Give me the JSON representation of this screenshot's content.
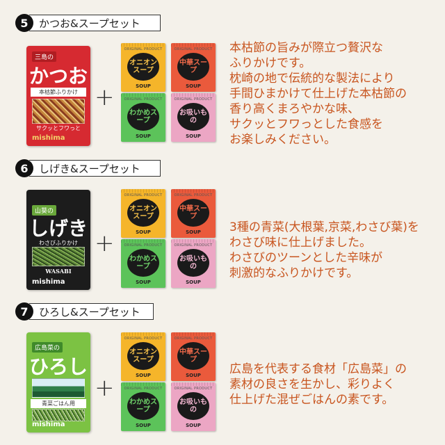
{
  "sections": [
    {
      "number": "5",
      "title": "かつお&スープセット",
      "package": {
        "brand_tag": "三島の",
        "name": "かつお",
        "subtitle": "本枯節ふりかけ",
        "caption": "サクッとフワっと",
        "maker": "mishima",
        "color": "#d62a31"
      },
      "description": [
        "本枯節の旨みが際立つ贅沢な",
        "ふりかけです。",
        "枕崎の地で伝統的な製法により",
        "手間ひまかけて仕上げた本枯節の",
        "香り高くまろやかな味、",
        "サクッとフワっとした食感を",
        "お楽しみください。"
      ]
    },
    {
      "number": "6",
      "title": "しげき&スープセット",
      "package": {
        "brand_tag": "山葵の",
        "name": "しげき",
        "subtitle": "わさびふりかけ",
        "caption": "WASABI",
        "maker": "mishima",
        "color": "#1c1c1c"
      },
      "description": [
        "3種の青菜(大根葉,京菜,わさび葉)を",
        "わさび味に仕上げました。",
        "わさびのツーンとした辛味が",
        "刺激的なふりかけです。"
      ]
    },
    {
      "number": "7",
      "title": "ひろし&スープセット",
      "package": {
        "brand_tag": "広島菜の",
        "name": "ひろし",
        "subtitle": "青菜ごはん用",
        "caption": "",
        "maker": "mishima",
        "color": "#7cc243"
      },
      "description": [
        "広島を代表する食材「広島菜」の",
        "素材の良さを生かし、彩りよく",
        "仕上げた混ぜごはんの素です。"
      ]
    }
  ],
  "plus_sign": "+",
  "soups": {
    "top_text": "ORIGINAL PRODUCT",
    "bottom_text": "SOUP",
    "onion": "オニオンスープ",
    "chuka": "中華スープ",
    "wakame": "わかめスープ",
    "osui": "お吸いもの"
  }
}
